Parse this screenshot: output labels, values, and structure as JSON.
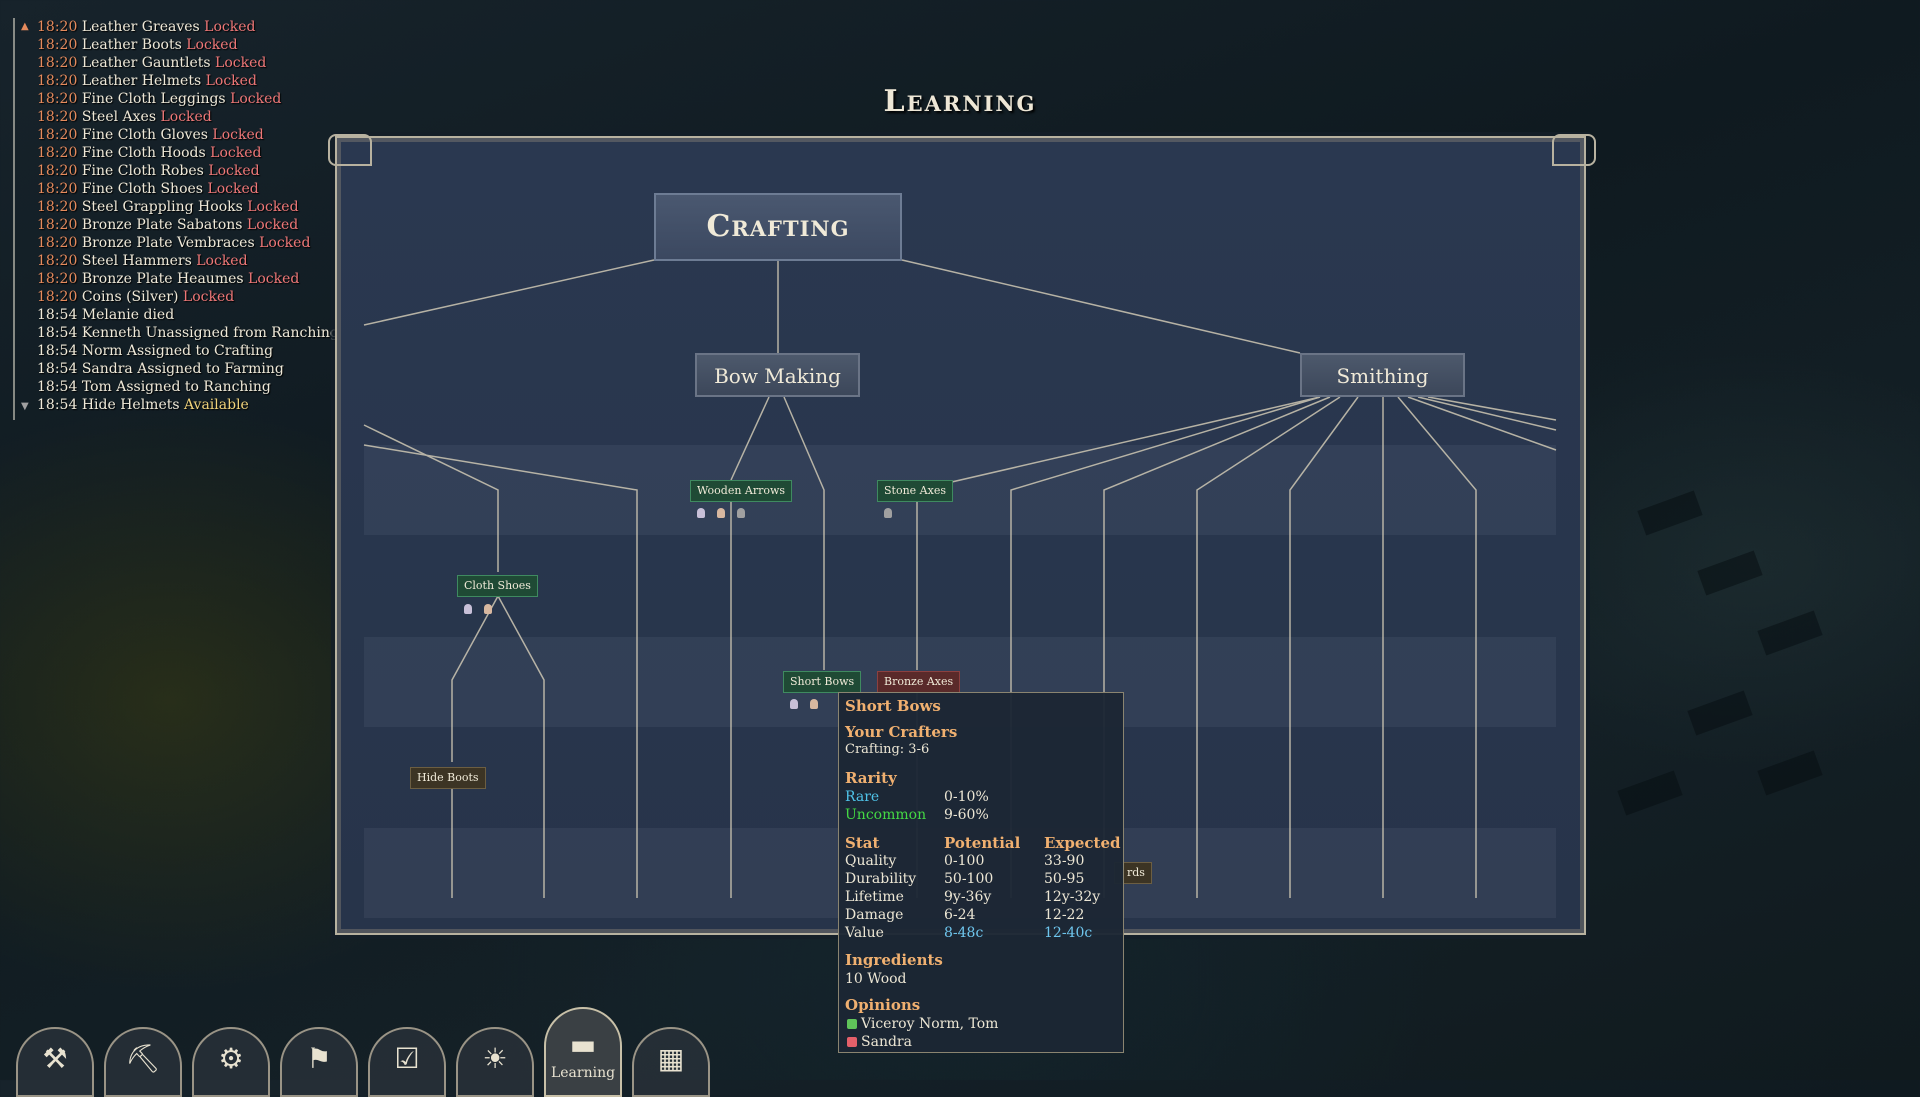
{
  "event_log": {
    "entries": [
      {
        "time": "18:20",
        "text": "Leather Greaves",
        "status": "Locked"
      },
      {
        "time": "18:20",
        "text": "Leather Boots",
        "status": "Locked"
      },
      {
        "time": "18:20",
        "text": "Leather Gauntlets",
        "status": "Locked"
      },
      {
        "time": "18:20",
        "text": "Leather Helmets",
        "status": "Locked"
      },
      {
        "time": "18:20",
        "text": "Fine Cloth Leggings",
        "status": "Locked"
      },
      {
        "time": "18:20",
        "text": "Steel Axes",
        "status": "Locked"
      },
      {
        "time": "18:20",
        "text": "Fine Cloth Gloves",
        "status": "Locked"
      },
      {
        "time": "18:20",
        "text": "Fine Cloth Hoods",
        "status": "Locked"
      },
      {
        "time": "18:20",
        "text": "Fine Cloth Robes",
        "status": "Locked"
      },
      {
        "time": "18:20",
        "text": "Fine Cloth Shoes",
        "status": "Locked"
      },
      {
        "time": "18:20",
        "text": "Steel Grappling Hooks",
        "status": "Locked"
      },
      {
        "time": "18:20",
        "text": "Bronze Plate Sabatons",
        "status": "Locked"
      },
      {
        "time": "18:20",
        "text": "Bronze Plate Vembraces",
        "status": "Locked"
      },
      {
        "time": "18:20",
        "text": "Steel Hammers",
        "status": "Locked"
      },
      {
        "time": "18:20",
        "text": "Bronze Plate Heaumes",
        "status": "Locked"
      },
      {
        "time": "18:20",
        "text": "Coins (Silver)",
        "status": "Locked"
      },
      {
        "time": "18:54",
        "text": "Melanie died",
        "status": ""
      },
      {
        "time": "18:54",
        "text": "Kenneth Unassigned from Ranching",
        "status": ""
      },
      {
        "time": "18:54",
        "text": "Norm Assigned to Crafting",
        "status": ""
      },
      {
        "time": "18:54",
        "text": "Sandra Assigned to Farming",
        "status": ""
      },
      {
        "time": "18:54",
        "text": "Tom Assigned to Ranching",
        "status": ""
      },
      {
        "time": "18:54",
        "text": "Hide Helmets",
        "status": "Available"
      }
    ]
  },
  "screen_title": "Learning",
  "tree": {
    "root": "Crafting",
    "branches": {
      "bow_making": "Bow Making",
      "smithing": "Smithing"
    },
    "nodes": {
      "wooden_arrows": "Wooden Arrows",
      "stone_axes": "Stone Axes",
      "cloth_shoes": "Cloth Shoes",
      "short_bows": "Short Bows",
      "bronze_axes": "Bronze Axes",
      "hide_boots": "Hide Boots",
      "partial_node": "rds"
    }
  },
  "tooltip": {
    "title": "Short Bows",
    "crafters_heading": "Your Crafters",
    "crafters_value": "Crafting: 3-6",
    "rarity_heading": "Rarity",
    "rarity": [
      {
        "name": "Rare",
        "value": "0-10%"
      },
      {
        "name": "Uncommon",
        "value": "9-60%"
      }
    ],
    "stats_headers": {
      "stat": "Stat",
      "potential": "Potential",
      "expected": "Expected"
    },
    "stats": [
      {
        "stat": "Quality",
        "potential": "0-100",
        "expected": "33-90"
      },
      {
        "stat": "Durability",
        "potential": "50-100",
        "expected": "50-95"
      },
      {
        "stat": "Lifetime",
        "potential": "9y-36y",
        "expected": "12y-32y"
      },
      {
        "stat": "Damage",
        "potential": "6-24",
        "expected": "12-22"
      },
      {
        "stat": "Value",
        "potential": "8-48c",
        "expected": "12-40c"
      }
    ],
    "ingredients_heading": "Ingredients",
    "ingredients": "10 Wood",
    "opinions_heading": "Opinions",
    "likes": "Viceroy Norm, Tom",
    "dislikes": "Sandra"
  },
  "toolbar": {
    "buttons": [
      {
        "icon": "hammer-icon",
        "glyph": "⚒"
      },
      {
        "icon": "shovel-icon",
        "glyph": "⛏"
      },
      {
        "icon": "logs-icon",
        "glyph": "⚙"
      },
      {
        "icon": "tools-icon",
        "glyph": "⚑"
      },
      {
        "icon": "checklist-icon",
        "glyph": "☑"
      },
      {
        "icon": "sun-icon",
        "glyph": "☀"
      },
      {
        "icon": "book-icon",
        "glyph": "▬",
        "label": "Learning"
      },
      {
        "icon": "map-icon",
        "glyph": "▦"
      }
    ]
  }
}
